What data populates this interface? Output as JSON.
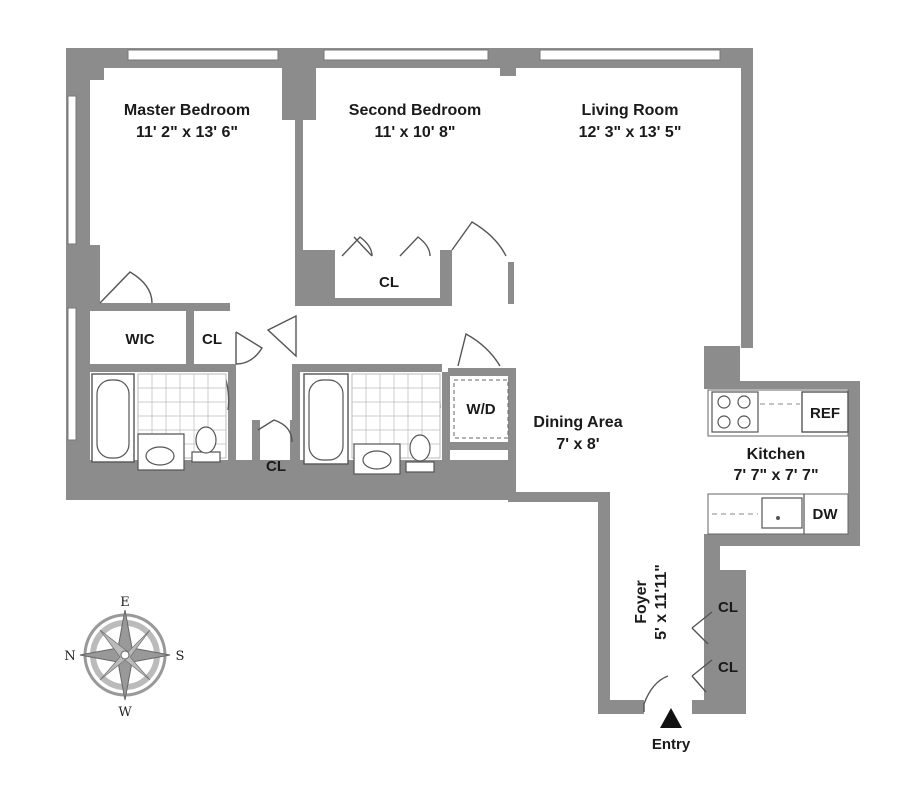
{
  "rooms": {
    "master_bedroom": {
      "name": "Master Bedroom",
      "dims": "11' 2\" x 13' 6\""
    },
    "second_bedroom": {
      "name": "Second Bedroom",
      "dims": "11' x 10' 8\""
    },
    "living_room": {
      "name": "Living Room",
      "dims": "12' 3\" x 13' 5\""
    },
    "dining_area": {
      "name": "Dining Area",
      "dims": "7' x 8'"
    },
    "kitchen": {
      "name": "Kitchen",
      "dims": "7' 7\" x 7' 7\""
    },
    "foyer": {
      "name": "Foyer",
      "dims": "5' x 11'11\""
    }
  },
  "closets": {
    "wic": "WIC",
    "cl": "CL",
    "wd": "W/D",
    "ref": "REF",
    "dw": "DW"
  },
  "entry": "Entry",
  "compass": {
    "north": "N",
    "south": "S",
    "east": "E",
    "west": "W"
  },
  "colors": {
    "wall": "#8c8c8c",
    "fixture_line": "#555555",
    "background": "#ffffff"
  }
}
